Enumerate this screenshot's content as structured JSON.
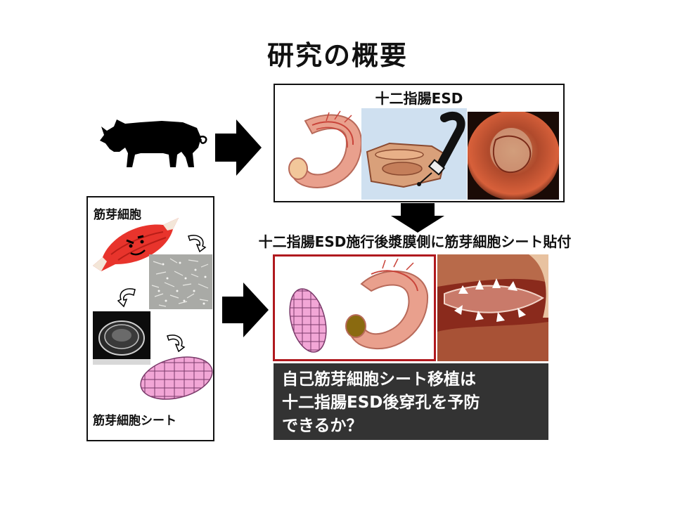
{
  "title": "研究の概要",
  "esd_panel": {
    "label": "十二指腸ESD"
  },
  "cell_panel": {
    "top_label": "筋芽細胞",
    "bottom_label": "筋芽細胞シート"
  },
  "middle_caption": "十二指腸ESD施行後漿膜側に筋芽細胞シート貼付",
  "question": {
    "line1": "自己筋芽細胞シート移植は",
    "line2": "十二指腸ESD後穿孔を予防",
    "line3": "できるか？"
  },
  "colors": {
    "red_frame": "#b0191e",
    "question_bg": "#333333",
    "arrow": "#000000"
  }
}
